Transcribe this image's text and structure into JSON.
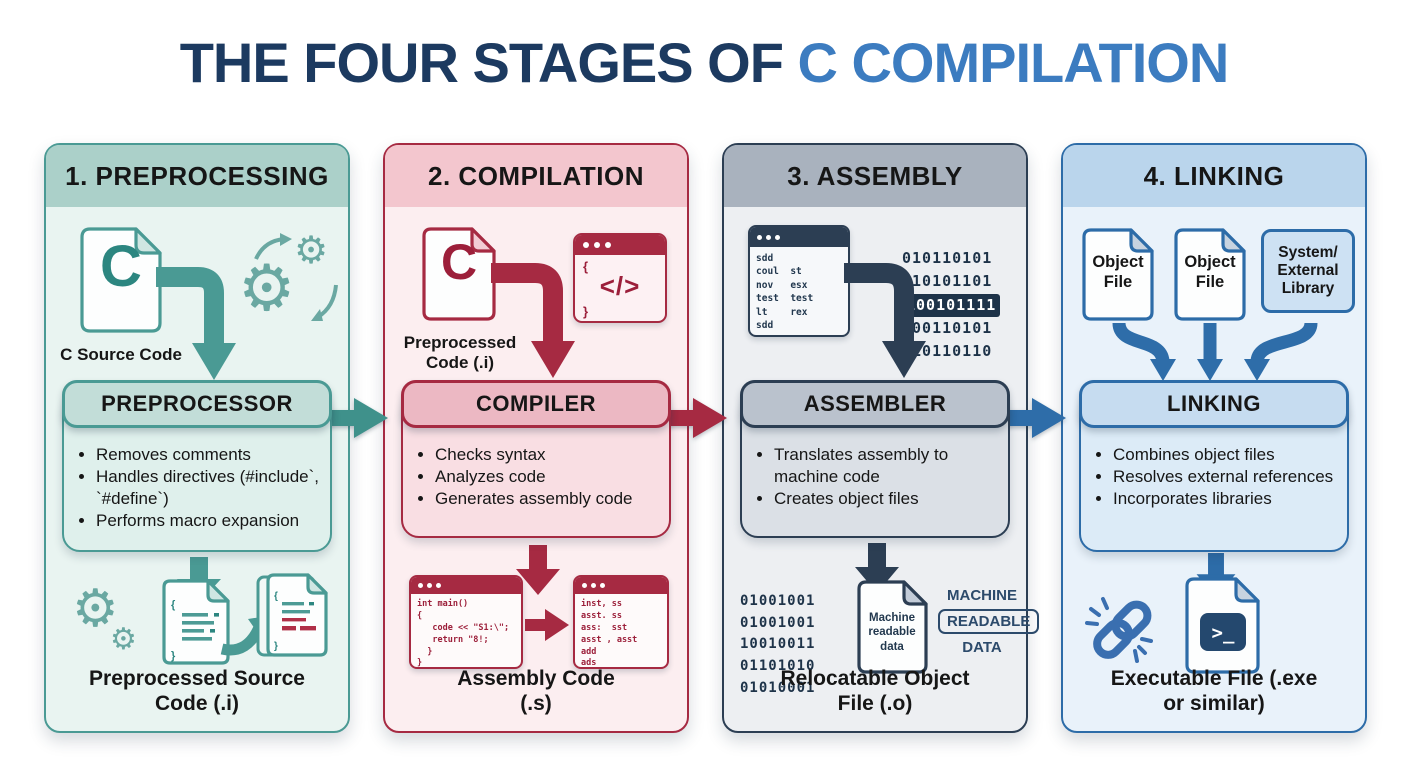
{
  "title": {
    "prefix": "THE FOUR STAGES OF ",
    "highlight": "C COMPILATION"
  },
  "flow_arrows": {
    "colors": [
      "#3f918b",
      "#a62a42",
      "#2e6da9"
    ]
  },
  "columns": [
    {
      "header": "1. PREPROCESSING",
      "accent": "#4a9a94",
      "file_letter": "C",
      "input_label": "C Source Code",
      "processor": {
        "name": "PREPROCESSOR",
        "bullets": [
          "Removes comments",
          "Handles directives (#include`, `#define`)",
          "Performs macro expansion"
        ]
      },
      "output_label": "Preprocessed Source Code (.i)"
    },
    {
      "header": "2. COMPILATION",
      "accent": "#a62a42",
      "file_letter": "C",
      "input_label": "Preprocessed Code (.i)",
      "code_window_icon": {
        "brace_open": "{",
        "glyph": "</>",
        "brace_close": "}"
      },
      "processor": {
        "name": "COMPILER",
        "bullets": [
          "Checks syntax",
          "Analyzes code",
          "Generates assembly code"
        ]
      },
      "source_window_lines": [
        "int main()",
        "{",
        "   code << \"S1:\\\";",
        "   return \"8!;",
        "  }",
        "}"
      ],
      "asm_window_lines": [
        "inst, ss",
        "asst. ss",
        "ass:  sst",
        "asst , asst",
        "add",
        "ads"
      ],
      "output_label": "Assembly Code (.s)"
    },
    {
      "header": "3. ASSEMBLY",
      "accent": "#2c3e53",
      "asm_window_lines": [
        "sdd",
        "coul  st",
        "nov   esx",
        "test  test",
        "lt    rex",
        "sdd"
      ],
      "binary_top": [
        "010110101",
        "010101101",
        "100101111",
        "100110101",
        "010110110"
      ],
      "processor": {
        "name": "ASSEMBLER",
        "bullets": [
          "Translates assembly to machine code",
          "Creates object files"
        ]
      },
      "binary_bottom": [
        "01001001",
        "01001001",
        "10010011",
        "01101010",
        "01010001"
      ],
      "machine_file_label": "Machine readable data",
      "machine_words": [
        "MACHINE",
        "READABLE",
        "DATA"
      ],
      "output_label": "Relocatable Object File (.o)"
    },
    {
      "header": "4. LINKING",
      "accent": "#2d6ca8",
      "inputs": [
        "Object File",
        "Object File",
        "System/ External Library"
      ],
      "processor": {
        "name": "LINKING",
        "bullets": [
          "Combines object files",
          "Resolves external references",
          "Incorporates libraries"
        ]
      },
      "terminal_glyph": ">_",
      "output_label": "Executable File (.exe or similar)"
    }
  ]
}
